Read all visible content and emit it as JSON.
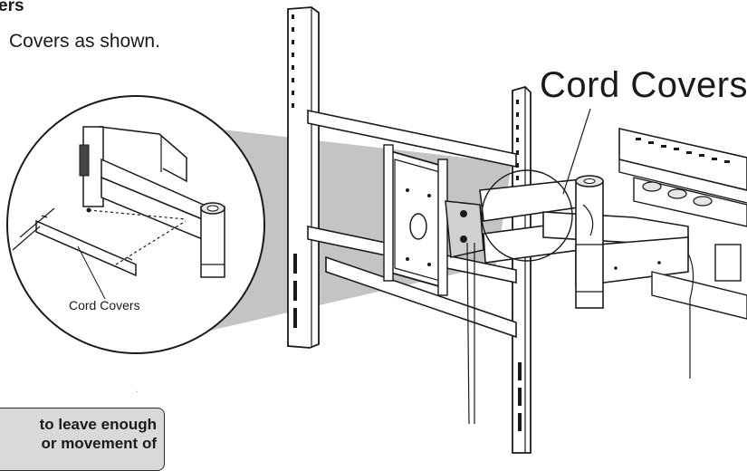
{
  "header": {
    "title": "ers",
    "instruction": "Covers as shown."
  },
  "callouts": {
    "main_label": "Cord Covers",
    "detail_label": "Cord Covers"
  },
  "note": {
    "line1": "to leave enough",
    "line2": "or movement of"
  },
  "colors": {
    "line": "#1a1a1a",
    "shade": "#bcbcbc",
    "note_bg": "#d9d9d9"
  }
}
